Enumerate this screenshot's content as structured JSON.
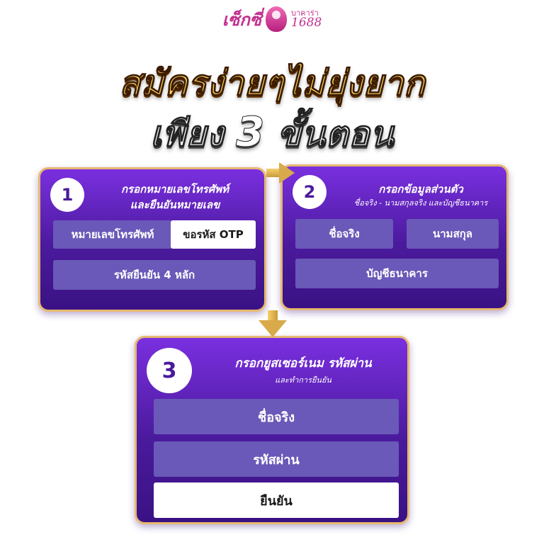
{
  "logo": {
    "brand": "เซ็กซี่",
    "sub": "บาคาร่า",
    "num": "1688"
  },
  "headline": {
    "line1": "สมัครง่ายๆไม่ยุ่งยาก",
    "line2_pre": "เพียง",
    "line2_num": "3",
    "line2_post": "ขั้นตอน"
  },
  "steps": [
    {
      "number": "1",
      "title": "กรอกหมายเลขโทรศัพท์",
      "subtitle": "และยืนยันหมายเลข",
      "fields": {
        "phone": "หมายเลขโทรศัพท์",
        "otp_button": "ขอรหัส OTP",
        "code": "รหัสยืนยัน 4 หลัก"
      }
    },
    {
      "number": "2",
      "title": "กรอกข้อมูลส่วนตัว",
      "subtitle": "ชื่อจริง - นามสกุลจริง และบัญชีธนาคาร",
      "fields": {
        "first_name": "ชื่อจริง",
        "last_name": "นามสกุล",
        "bank_account": "บัญชีธนาคาร"
      }
    },
    {
      "number": "3",
      "title": "กรอกยูสเซอร์เนม รหัสผ่าน",
      "subtitle": "และทำการยืนยัน",
      "fields": {
        "username": "ชื่อจริง",
        "password": "รหัสผ่าน",
        "confirm_button": "ยืนยัน"
      }
    }
  ],
  "colors": {
    "card_top": "#7a2fe0",
    "card_bottom": "#3a1284",
    "border_gold": "#e6b870",
    "field": "#6a59b8",
    "brand_pink": "#c2308f"
  }
}
